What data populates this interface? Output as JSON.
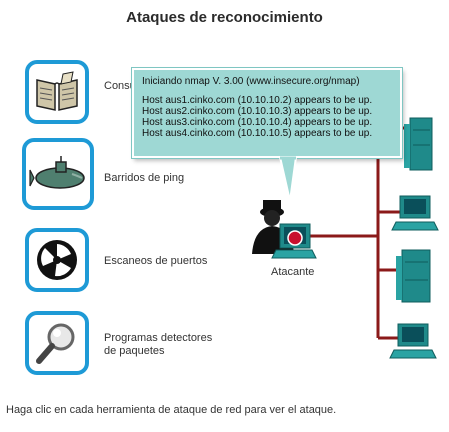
{
  "title": "Ataques de reconocimiento",
  "tools": [
    {
      "label": "Consultas de Internet",
      "icon": "book-icon"
    },
    {
      "label": "Barridos de ping",
      "icon": "submarine-icon"
    },
    {
      "label": "Escaneos de puertos",
      "icon": "fan-icon"
    },
    {
      "label": "Programas detectores de paquetes",
      "icon": "magnifier-icon"
    }
  ],
  "popup": {
    "lines": [
      "Iniciando nmap V. 3.00 (www.insecure.org/nmap)",
      "Host aus1.cinko.com (10.10.10.2) appears to be up.",
      "Host aus2.cinko.com (10.10.10.3) appears to be up.",
      "Host aus3.cinko.com (10.10.10.4) appears to be up.",
      "Host aus4.cinko.com (10.10.10.5) appears to be up."
    ]
  },
  "attacker_label": "Atacante",
  "hint": "Haga clic en cada herramienta de ataque de red para ver el ataque.",
  "colors": {
    "accent": "#1e9ad6",
    "network": "#8b1a1a",
    "device": "#1f8a8a",
    "popup": "#9ed8d4"
  }
}
